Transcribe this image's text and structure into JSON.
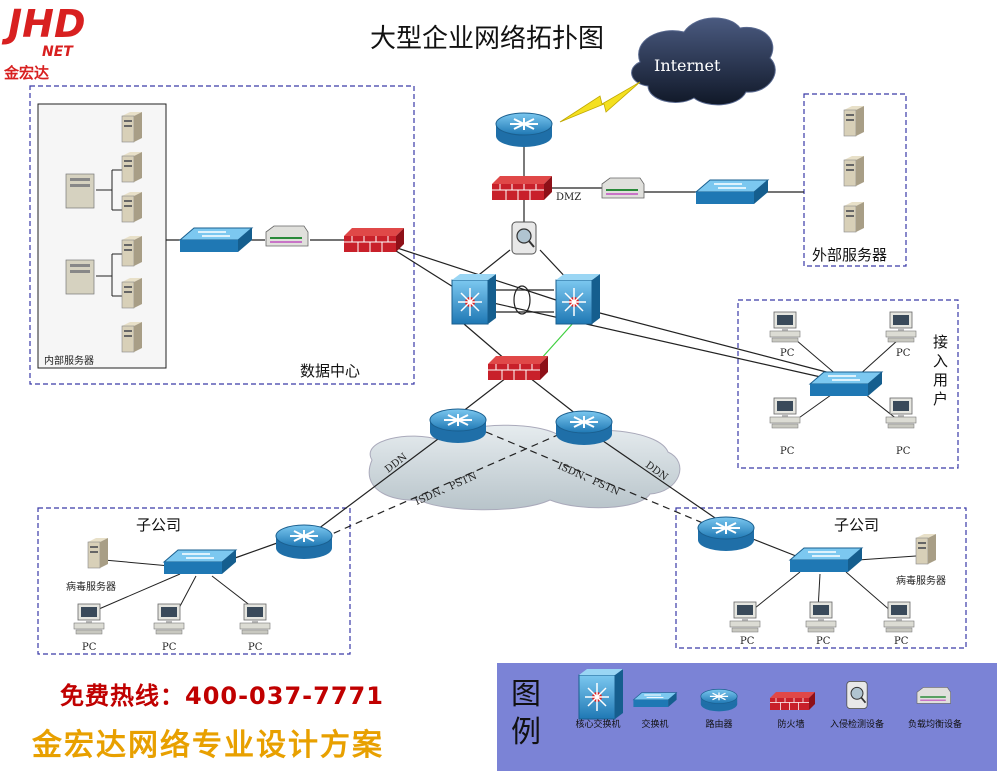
{
  "logo": {
    "main": "JHD",
    "sub": "NET",
    "cn": "金宏达"
  },
  "title": "大型企业网络拓扑图",
  "internet": "Internet",
  "dmz": "DMZ",
  "zones": {
    "internal_servers": "内部服务器",
    "datacenter": "数据中心",
    "external_servers": "外部服务器",
    "access_users": "接入用户",
    "branch_left": "子公司",
    "branch_right": "子公司"
  },
  "labels": {
    "virus_server_left": "病毒服务器",
    "virus_server_right": "病毒服务器",
    "pc": "PC",
    "ddn": "DDN",
    "isdn_pstn": "ISDN、PSTN"
  },
  "hotline": "免费热线：400-037-7771",
  "slogan": "金宏达网络专业设计方案",
  "legend": {
    "title_1": "图",
    "title_2": "例",
    "items": [
      "核心交换机",
      "交换机",
      "路由器",
      "防火墙",
      "入侵检测设备",
      "负载均衡设备"
    ]
  },
  "colors": {
    "device_blue": "#2a8fc8",
    "firewall_red": "#c8202a",
    "zone_border": "#3a3aa8",
    "legend_bg": "#7b83d6",
    "logo_red": "#d82020",
    "hotline_red": "#c00000",
    "slogan_orange": "#e8a000"
  }
}
